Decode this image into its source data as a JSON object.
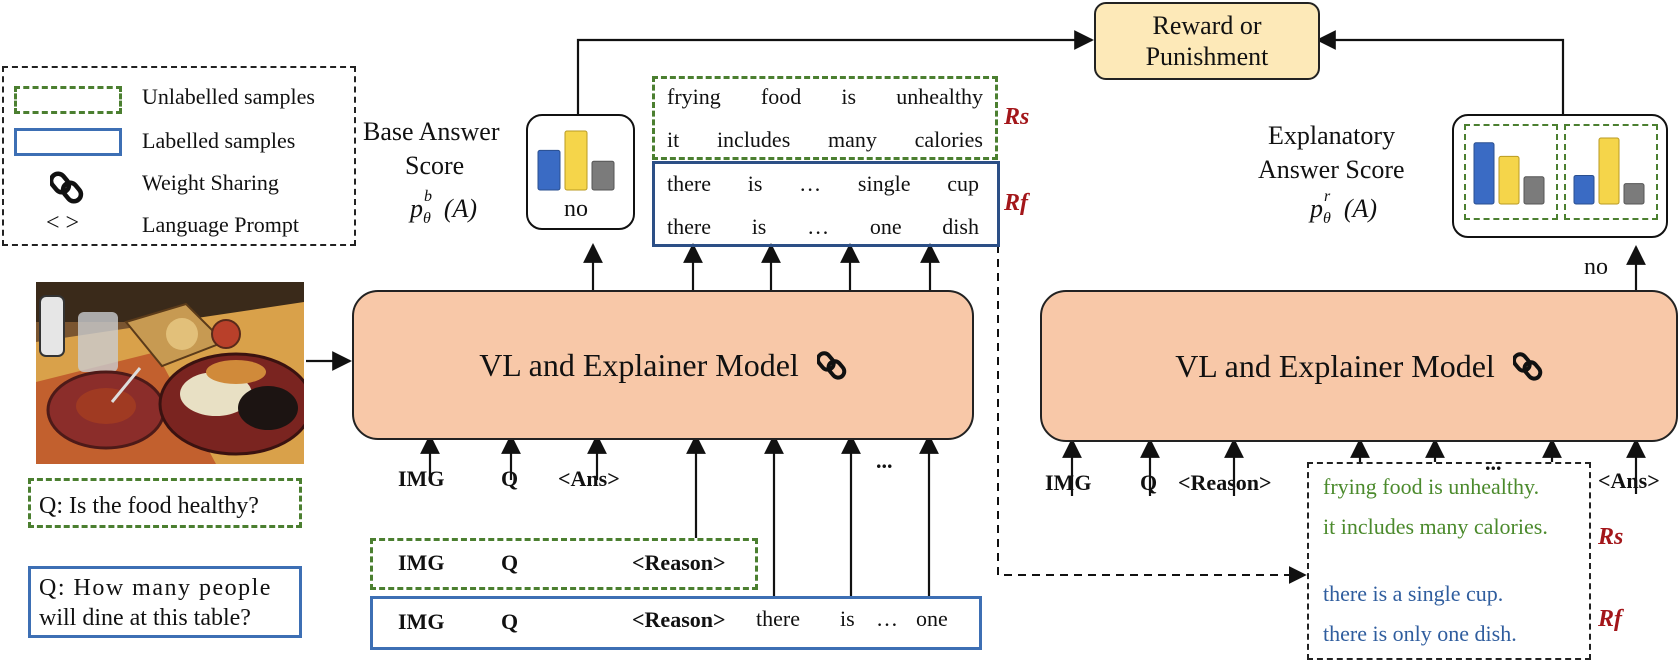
{
  "legend": {
    "unlabelled": "Unlabelled samples",
    "labelled": "Labelled samples",
    "weight_sharing": "Weight Sharing",
    "prompt_symbol": "< >",
    "language_prompt": "Language Prompt"
  },
  "reward": {
    "line1": "Reward or",
    "line2": "Punishment"
  },
  "base_score": {
    "line1": "Base Answer",
    "line2": "Score",
    "formula": "pθb(A)",
    "answer": "no"
  },
  "explanatory_score": {
    "line1": "Explanatory",
    "line2": "Answer Score",
    "formula": "pθr(A)",
    "answer": "no"
  },
  "rs_box": {
    "row1": [
      "frying",
      "food",
      "is",
      "unhealthy"
    ],
    "row2": [
      "it",
      "includes",
      "many",
      "calories"
    ],
    "label": "Rs"
  },
  "rf_box": {
    "row1": [
      "there",
      "is",
      "…",
      "single",
      "cup"
    ],
    "row2": [
      "there",
      "is",
      "…",
      "one",
      "dish"
    ],
    "label": "Rf"
  },
  "model_left": {
    "title": "VL and Explainer Model"
  },
  "model_right": {
    "title": "VL and Explainer Model"
  },
  "questions": {
    "q1": "Q: Is the food healthy?",
    "q2_line1": "Q: How many people",
    "q2_line2": "will dine at this table?"
  },
  "left_inputs": {
    "row1": {
      "img": "IMG",
      "q": "Q",
      "ans": "<Ans>"
    },
    "row2": {
      "img": "IMG",
      "q": "Q",
      "reason": "<Reason>"
    },
    "row3": {
      "img": "IMG",
      "q": "Q",
      "reason": "<Reason>",
      "w1": "there",
      "w2": "is",
      "w3": "…",
      "w4": "one"
    },
    "ellipsis": "..."
  },
  "right_inputs": {
    "img": "IMG",
    "q": "Q",
    "reason": "<Reason>",
    "ans": "<Ans>",
    "ellipsis": "...",
    "reasons": [
      "frying food is unhealthy.",
      "it includes many calories.",
      "there is a single cup.",
      "there is only one dish."
    ],
    "rs_label": "Rs",
    "rf_label": "Rf"
  },
  "colors": {
    "model_fill": "#f8c8a8",
    "reward_fill": "#fde9b8",
    "unlabelled_green": "#4b7f30",
    "labelled_blue": "#3d6fb4",
    "accent_red": "#a3161a",
    "bar_blue": "#3a6bc4",
    "bar_yellow": "#f5d54a",
    "bar_gray": "#7b7b7b"
  },
  "bar_values": {
    "base": [
      0.55,
      0.82,
      0.4
    ],
    "explanatory_left": [
      0.9,
      0.7,
      0.4
    ],
    "explanatory_right": [
      0.42,
      0.97,
      0.3
    ]
  }
}
